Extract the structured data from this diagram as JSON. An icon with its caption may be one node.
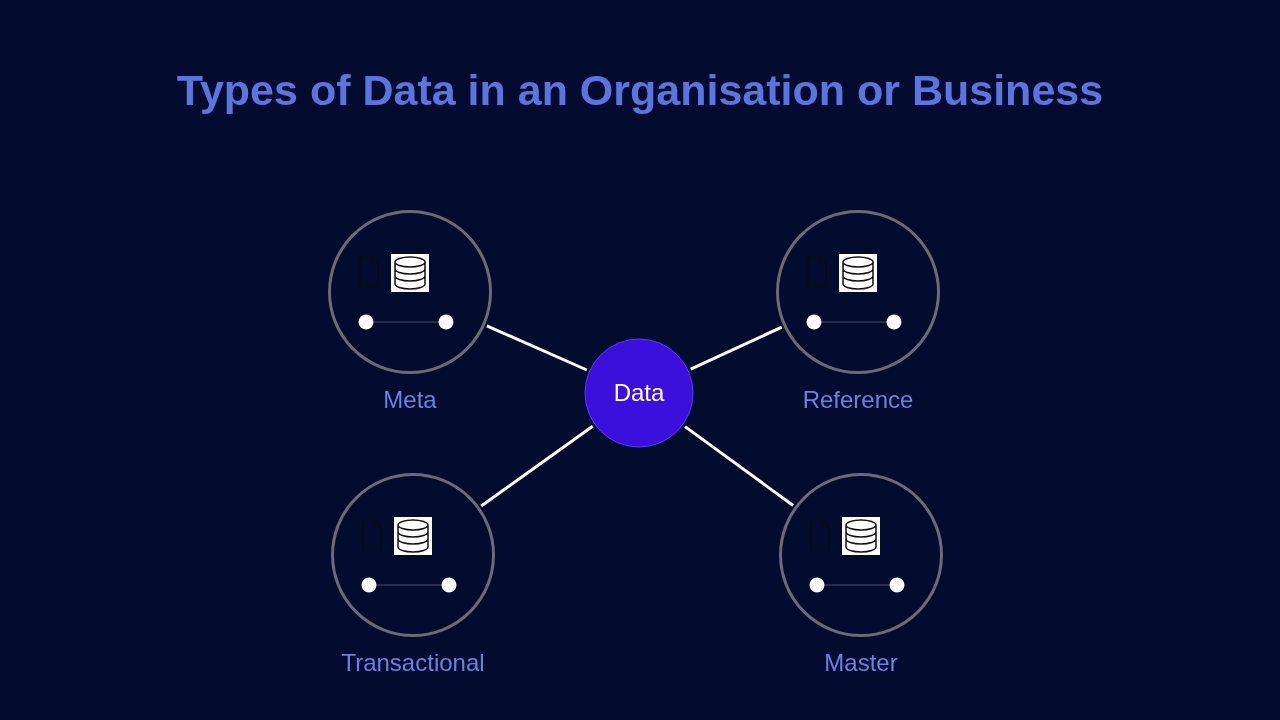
{
  "diagram": {
    "title": "Types of Data in an Organisation or Business",
    "nodes": [
      {
        "text": [
          "Meta"
        ]
      },
      {
        "text": [
          "Reference"
        ]
      },
      {
        "text": [
          "Data"
        ]
      },
      {
        "text": [
          "Transactional"
        ]
      },
      {
        "text": [
          "Master"
        ]
      }
    ],
    "edges": [
      {
        "from": 2,
        "to": 0,
        "arrow": "none"
      },
      {
        "from": 2,
        "to": 1,
        "arrow": "none"
      },
      {
        "from": 2,
        "to": 3,
        "arrow": "none"
      },
      {
        "from": 2,
        "to": 4,
        "arrow": "none"
      }
    ]
  }
}
